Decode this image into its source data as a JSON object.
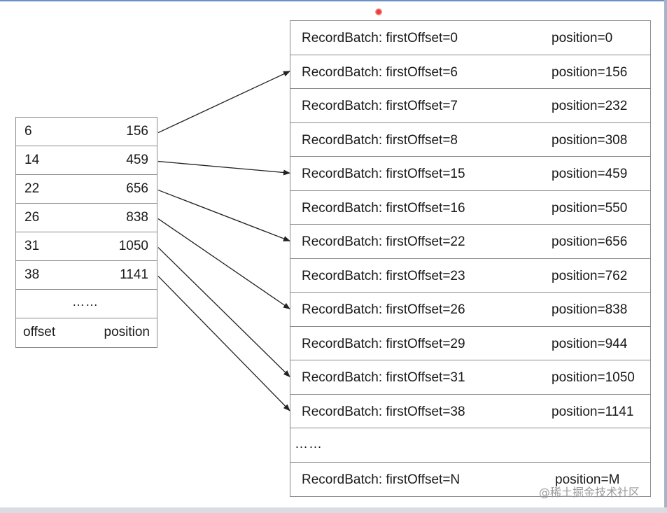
{
  "index_table": {
    "rows": [
      {
        "offset": "6",
        "position": "156"
      },
      {
        "offset": "14",
        "position": "459"
      },
      {
        "offset": "22",
        "position": "656"
      },
      {
        "offset": "26",
        "position": "838"
      },
      {
        "offset": "31",
        "position": "1050"
      },
      {
        "offset": "38",
        "position": "1141"
      }
    ],
    "ellipsis": "……",
    "header": {
      "offset": "offset",
      "position": "position"
    }
  },
  "log_table": {
    "rows": [
      {
        "batch": "RecordBatch: firstOffset=0",
        "position": "position=0"
      },
      {
        "batch": "RecordBatch: firstOffset=6",
        "position": "position=156"
      },
      {
        "batch": "RecordBatch: firstOffset=7",
        "position": "position=232"
      },
      {
        "batch": "RecordBatch: firstOffset=8",
        "position": "position=308"
      },
      {
        "batch": "RecordBatch: firstOffset=15",
        "position": "position=459"
      },
      {
        "batch": "RecordBatch: firstOffset=16",
        "position": "position=550"
      },
      {
        "batch": "RecordBatch: firstOffset=22",
        "position": "position=656"
      },
      {
        "batch": "RecordBatch: firstOffset=23",
        "position": "position=762"
      },
      {
        "batch": "RecordBatch: firstOffset=26",
        "position": "position=838"
      },
      {
        "batch": "RecordBatch: firstOffset=29",
        "position": "position=944"
      },
      {
        "batch": "RecordBatch: firstOffset=31",
        "position": "position=1050"
      },
      {
        "batch": "RecordBatch: firstOffset=38",
        "position": "position=1141"
      }
    ],
    "ellipsis": "……",
    "last_row": {
      "batch": "RecordBatch: firstOffset=N",
      "position": "position=M"
    }
  },
  "arrow_links": [
    {
      "from_index_row": 0,
      "to_log_row": 1
    },
    {
      "from_index_row": 1,
      "to_log_row": 4
    },
    {
      "from_index_row": 2,
      "to_log_row": 6
    },
    {
      "from_index_row": 3,
      "to_log_row": 8
    },
    {
      "from_index_row": 4,
      "to_log_row": 10
    },
    {
      "from_index_row": 5,
      "to_log_row": 11
    }
  ],
  "watermark": "@稀土掘金技术社区",
  "colors": {
    "line": "#8a8a8a",
    "arrow": "#222222",
    "frame_accent": "#6d8fc7"
  }
}
